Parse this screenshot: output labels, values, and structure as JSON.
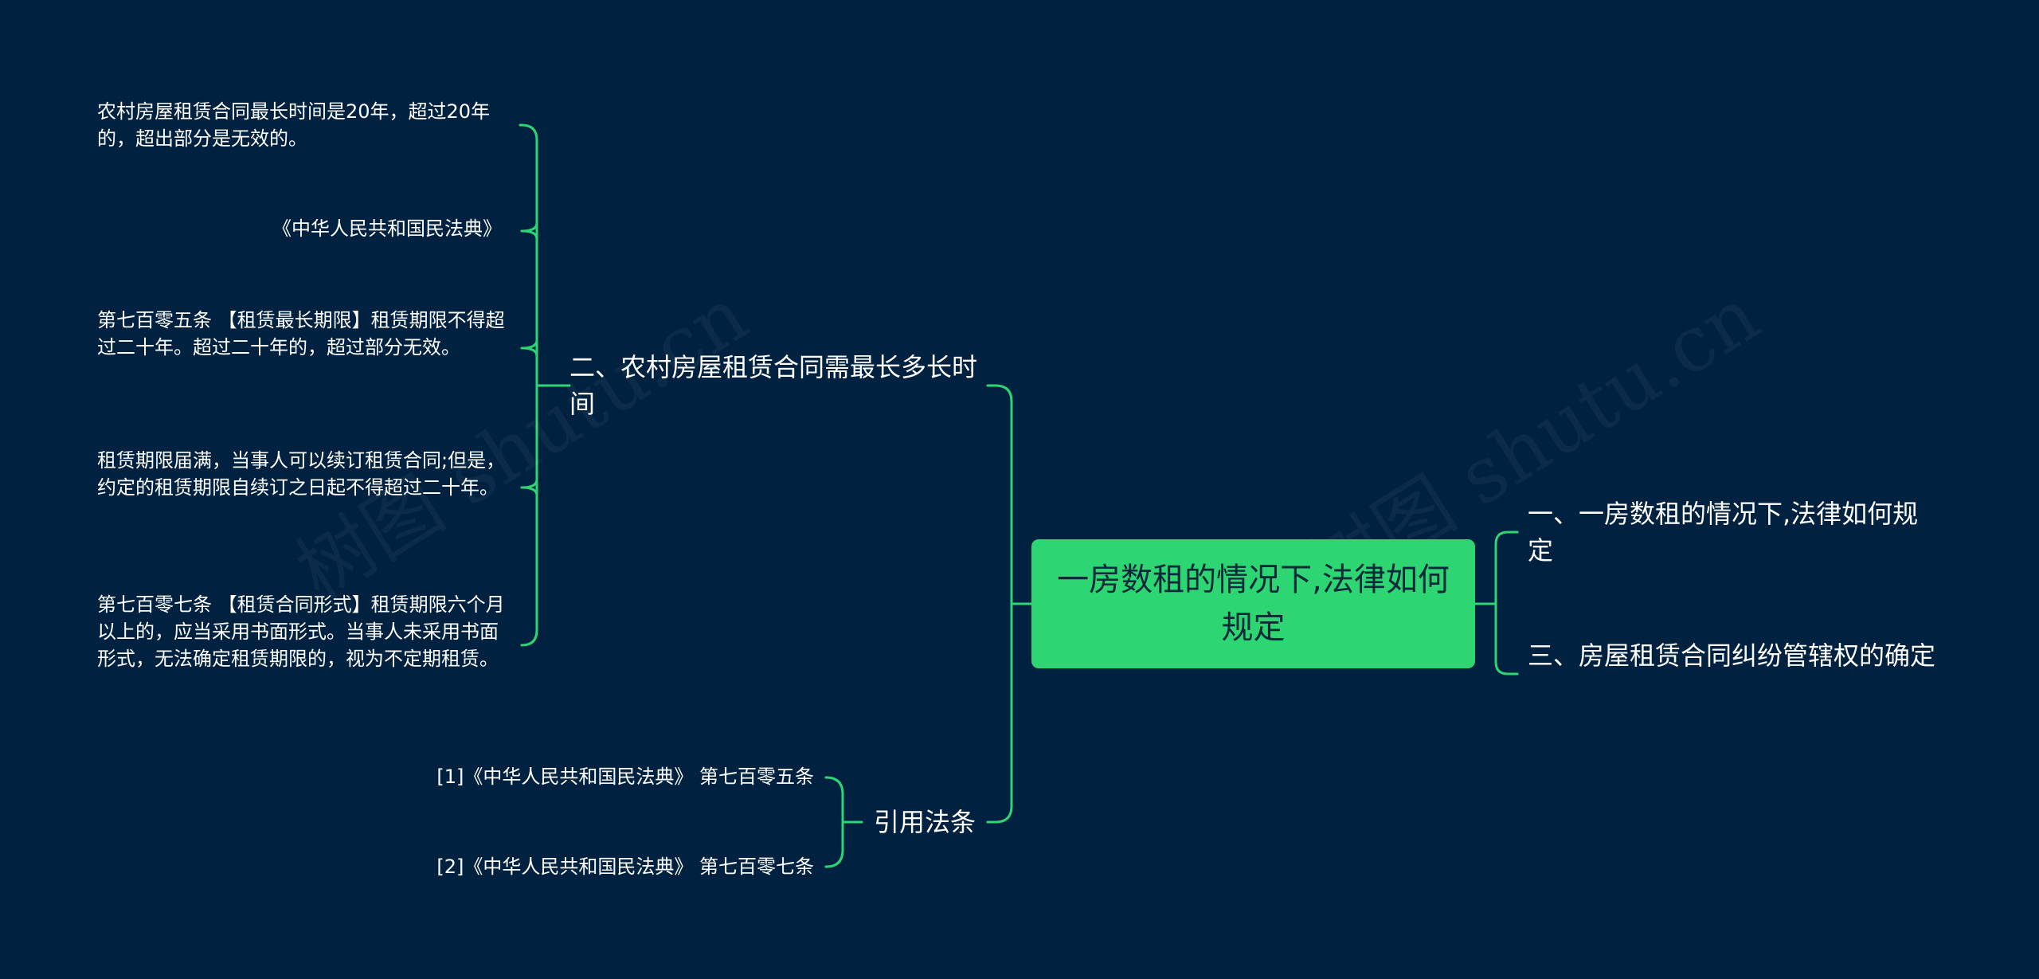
{
  "root": {
    "label": "一房数租的情况下,法律如何规定"
  },
  "right_branches": [
    {
      "label": "一、一房数租的情况下,法律如何规定"
    },
    {
      "label": "三、房屋租赁合同纠纷管辖权的确定"
    }
  ],
  "left_branches": [
    {
      "label": "二、农村房屋租赁合同需最长多长时间",
      "children": [
        {
          "label": "农村房屋租赁合同最长时间是20年，超过20年的，超出部分是无效的。"
        },
        {
          "label": "《中华人民共和国民法典》"
        },
        {
          "label": "第七百零五条 【租赁最长期限】租赁期限不得超过二十年。超过二十年的，超过部分无效。"
        },
        {
          "label": "租赁期限届满，当事人可以续订租赁合同;但是，约定的租赁期限自续订之日起不得超过二十年。"
        },
        {
          "label": "第七百零七条 【租赁合同形式】租赁期限六个月以上的，应当采用书面形式。当事人未采用书面形式，无法确定租赁期限的，视为不定期租赁。"
        }
      ]
    },
    {
      "label": "引用法条",
      "children": [
        {
          "label": "[1]《中华人民共和国民法典》 第七百零五条"
        },
        {
          "label": "[2]《中华人民共和国民法典》 第七百零七条"
        }
      ]
    }
  ],
  "watermarks": [
    "树图 shutu.cn",
    "树图 shutu.cn"
  ],
  "colors": {
    "background": "#002240",
    "root_fill": "#2ed573",
    "connector": "#2ed573",
    "text": "#ffffff"
  }
}
